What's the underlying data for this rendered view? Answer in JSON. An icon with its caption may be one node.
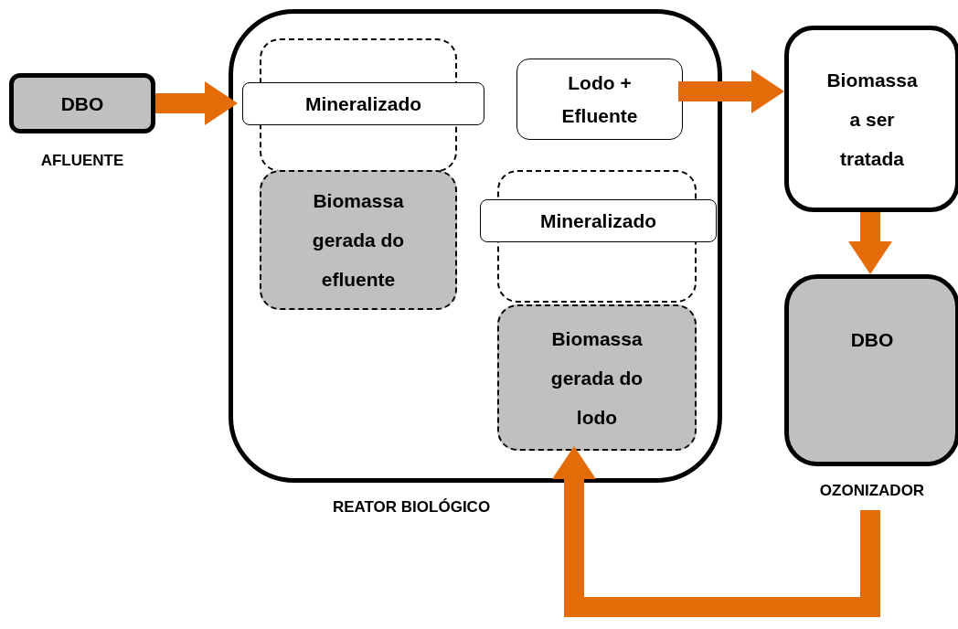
{
  "diagram": {
    "nodes": [
      {
        "text": [
          "DBO"
        ],
        "beside": [
          "AFLUENTE"
        ]
      },
      {
        "text": [
          "REATOR BIOLÓGICO"
        ]
      },
      {
        "text": [],
        "shape": "box",
        "in": 1
      },
      {
        "text": [
          "Mineralizado"
        ],
        "in": 1
      },
      {
        "text": [
          "Biomassa gerada do efluente"
        ],
        "in": 1
      },
      {
        "text": [
          "Lodo + Efluente"
        ],
        "in": 1
      },
      {
        "text": [],
        "shape": "box",
        "in": 1
      },
      {
        "text": [
          "Mineralizado"
        ],
        "in": 1
      },
      {
        "text": [
          "Biomassa gerada do lodo"
        ],
        "in": 1
      },
      {
        "text": [
          "Biomassa a ser tratada"
        ]
      },
      {
        "text": [
          "DBO"
        ],
        "beside": [
          "OZONIZADOR"
        ]
      }
    ],
    "edges": [
      {
        "from": 0,
        "to": 3,
        "arrow": "to"
      },
      {
        "from": 5,
        "to": 9,
        "arrow": "to"
      },
      {
        "from": 9,
        "to": 10,
        "arrow": "to"
      },
      {
        "from": 10,
        "to": 8,
        "arrow": "to"
      }
    ]
  }
}
